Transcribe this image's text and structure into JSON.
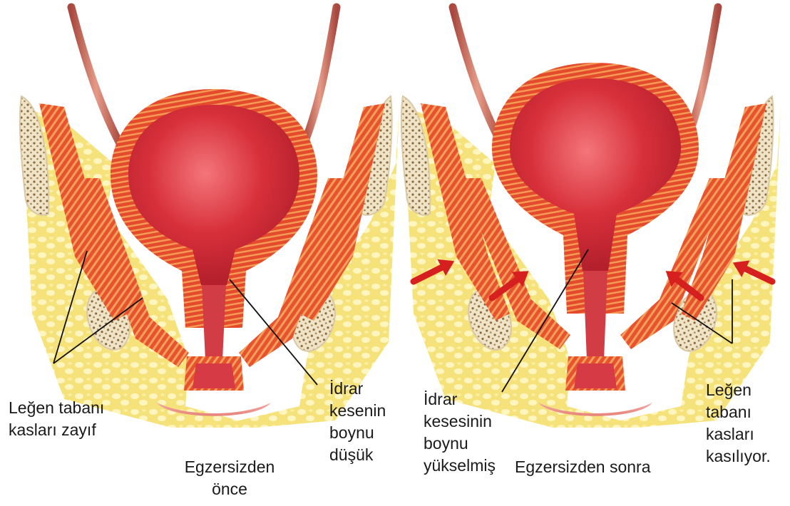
{
  "panels": [
    {
      "id": "before",
      "caption": [
        "Egzersizden",
        "önce"
      ],
      "labels": {
        "pelvic_floor": [
          "Leğen tabanı",
          "kasları zayıf"
        ],
        "bladder_neck": [
          "İdrar",
          "kesenin",
          "boynu",
          "düşük"
        ]
      }
    },
    {
      "id": "after",
      "caption": [
        "Egzersizden sonra"
      ],
      "labels": {
        "bladder_neck": [
          "İdrar",
          "kesesinin",
          "boynu",
          "yükselmiş"
        ],
        "pelvic_floor": [
          "Leğen",
          "tabanı",
          "kasları",
          "kasılıyor."
        ]
      }
    }
  ],
  "colors": {
    "bladder": "#d8303b",
    "bladder_highlight": "#f3767a",
    "muscle": "#e8522e",
    "muscle_stripe": "#f2a15b",
    "fat": "#f6e27a",
    "fat_light": "#fff6bf",
    "bone": "#efe3c8",
    "bone_dots": "#8a6a3c",
    "ureter": "#c86858",
    "arrow": "#d61f1f",
    "leader_line": "#111111"
  }
}
